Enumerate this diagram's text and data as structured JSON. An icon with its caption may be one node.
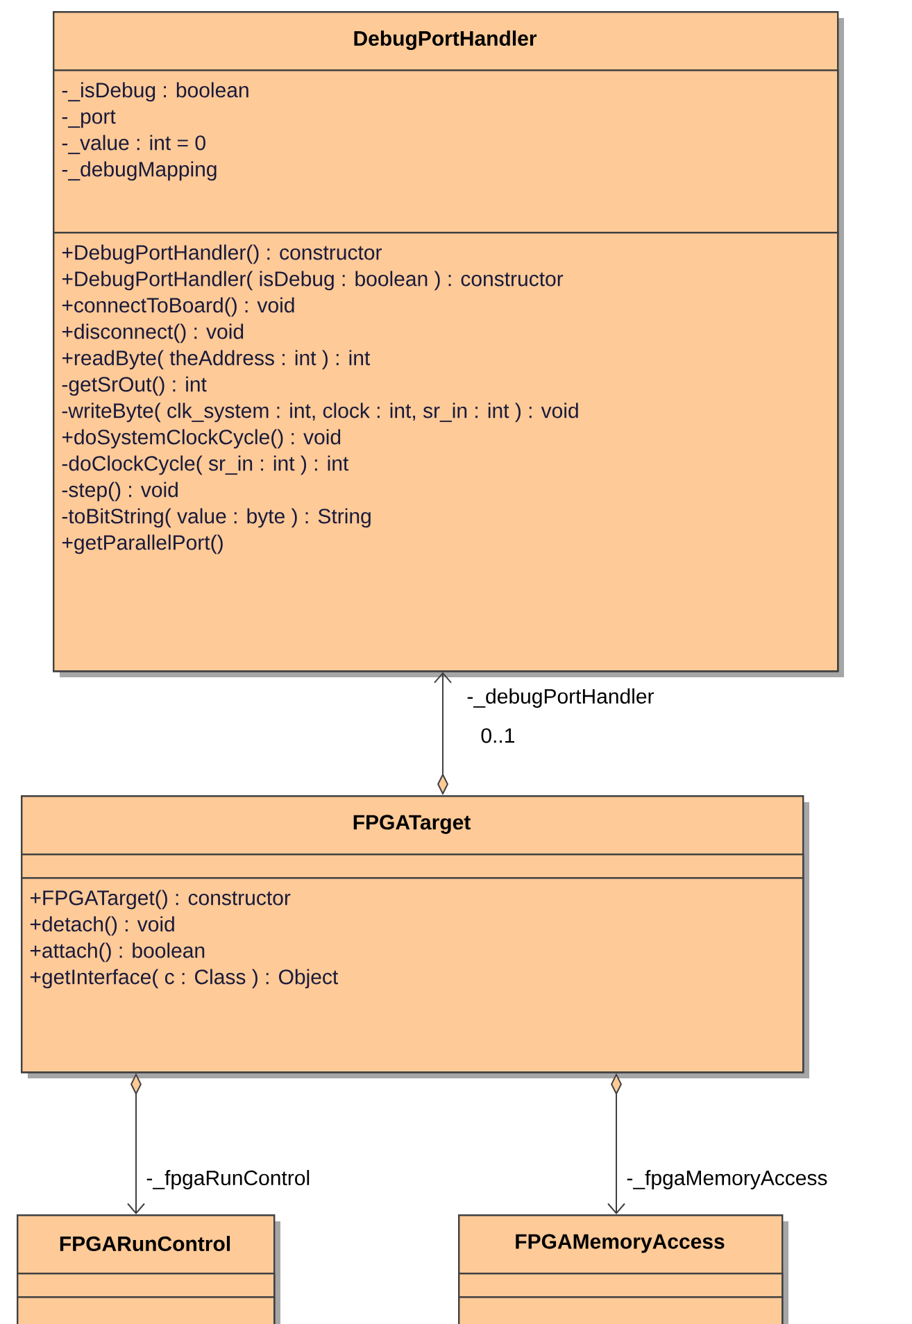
{
  "diagram": {
    "nodes": [
      {
        "text": [
          "DebugPortHandler"
        ]
      },
      {
        "text": [
          "-_isDebug : boolean",
          "-_port",
          "-_value : int = 0",
          "-_debugMapping"
        ],
        "in": 0
      },
      {
        "text": [
          "+DebugPortHandler() : constructor",
          "+DebugPortHandler( isDebug : boolean ) : constructor",
          "+connectToBoard() : void",
          "+disconnect() : void",
          "+readByte( theAddress : int ) : int",
          "-getSrOut() : int",
          "-writeByte( clk_system : int, clock : int, sr_in : int ) : void",
          "+doSystemClockCycle() : void",
          "-doClockCycle( sr_in : int ) : int",
          "-step() : void",
          "-toBitString( value : byte ) : String",
          "+getParallelPort()"
        ],
        "in": 0
      },
      {
        "text": [
          "FPGATarget"
        ]
      },
      {
        "text": [],
        "shape": "box",
        "in": 3
      },
      {
        "text": [
          "+FPGATarget() : constructor",
          "+detach() : void",
          "+attach() : boolean",
          "+getInterface( c : Class ) : Object"
        ],
        "in": 3
      },
      {
        "text": [
          "FPGARunControl"
        ]
      },
      {
        "text": [],
        "shape": "box",
        "in": 6
      },
      {
        "text": [],
        "shape": "box",
        "in": 6
      },
      {
        "text": [
          "FPGAMemoryAccess"
        ]
      },
      {
        "text": [],
        "shape": "box",
        "in": 9
      },
      {
        "text": [],
        "shape": "box",
        "in": 9
      }
    ],
    "edges": [
      {
        "from": 3,
        "to": 0,
        "arrow": "to",
        "label": "-_debugPortHandler"
      },
      {
        "from": 3,
        "to": 6,
        "arrow": "to",
        "label": "-_fpgaRunControl"
      },
      {
        "from": 3,
        "to": 9,
        "arrow": "to",
        "label": "-_fpgaMemoryAccess"
      }
    ],
    "labels": [
      "0..1"
    ]
  }
}
